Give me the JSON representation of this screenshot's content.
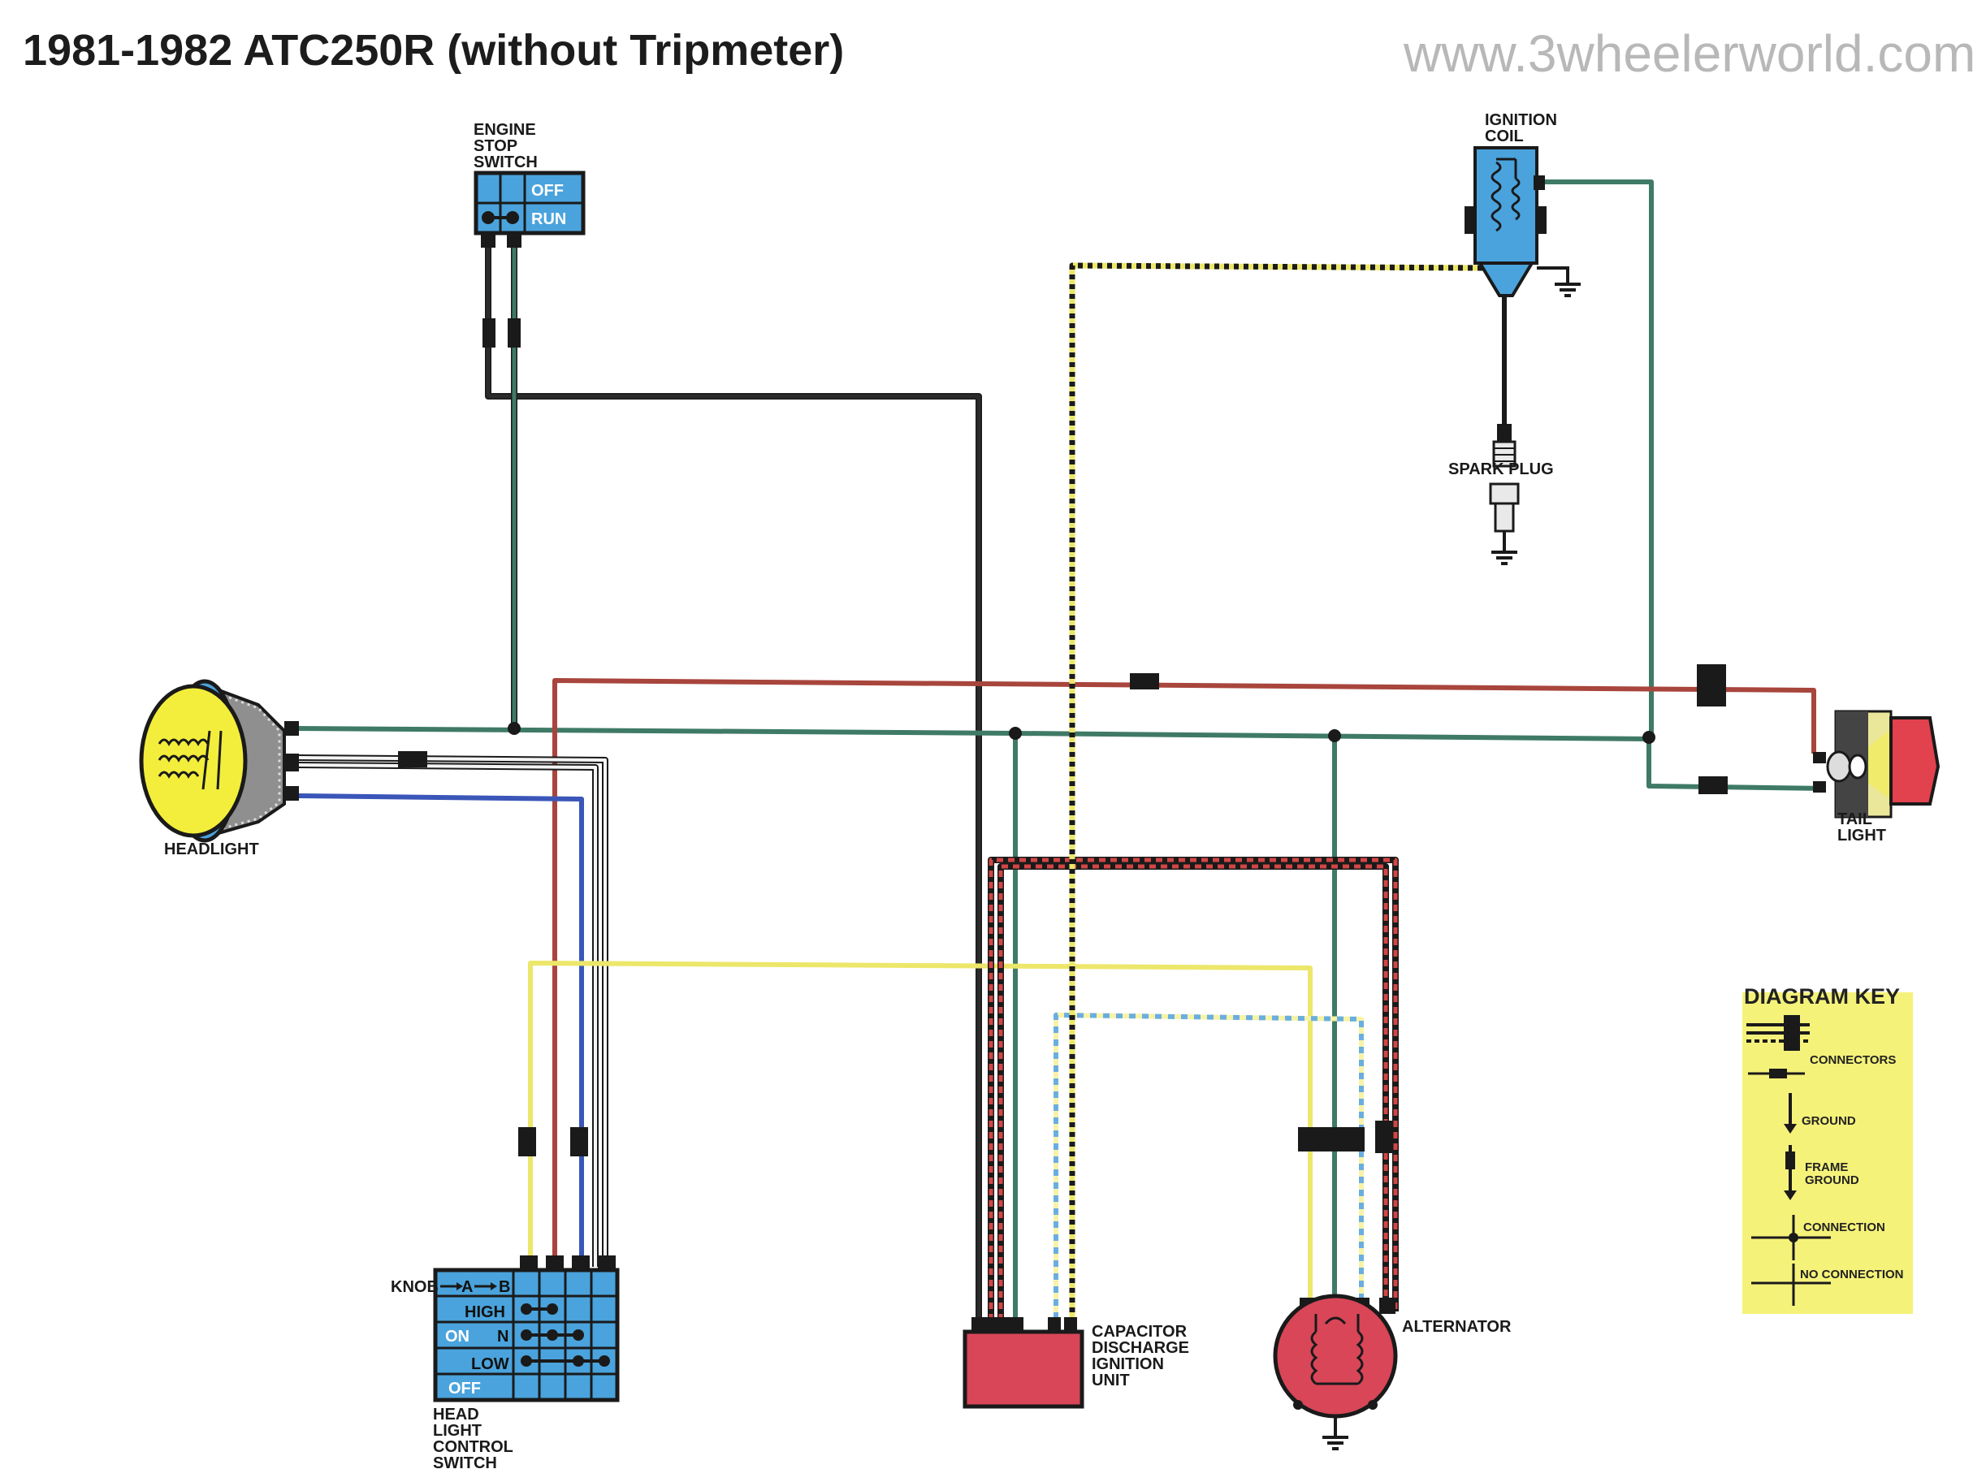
{
  "header": {
    "title": "1981-1982 ATC250R (without Tripmeter)",
    "website": "www.3wheelerworld.com"
  },
  "components": {
    "engine_stop_switch": {
      "label_lines": [
        "ENGINE",
        "STOP",
        "SWITCH"
      ],
      "positions": [
        "OFF",
        "RUN"
      ]
    },
    "ignition_coil": {
      "label_lines": [
        "IGNITION",
        "COIL"
      ]
    },
    "spark_plug": {
      "label": "SPARK PLUG"
    },
    "headlight": {
      "label": "HEADLIGHT"
    },
    "tail_light": {
      "label_lines": [
        "TAIL",
        "LIGHT"
      ]
    },
    "cdi_unit": {
      "label_lines": [
        "CAPACITOR",
        "DISCHARGE",
        "IGNITION",
        "UNIT"
      ]
    },
    "alternator": {
      "label": "ALTERNATOR"
    },
    "headlight_control_switch": {
      "label_lines": [
        "HEAD",
        "LIGHT",
        "CONTROL",
        "SWITCH"
      ],
      "knob_label": "KNOB",
      "a_label": "A",
      "b_label": "B",
      "high_label": "HIGH",
      "on_label": "ON",
      "n_label": "N",
      "low_label": "LOW",
      "off_label": "OFF"
    }
  },
  "diagram_key": {
    "title": "DIAGRAM KEY",
    "items": [
      "CONNECTORS",
      "GROUND",
      "FRAME",
      "GROUND",
      "CONNECTION",
      "NO CONNECTION"
    ]
  },
  "colors": {
    "wire_green": "#3f7a66",
    "wire_black": "#2b2b2b",
    "wire_red": "#a8453c",
    "wire_blue": "#3a56b8",
    "wire_yellow": "#ece76a",
    "wire_white": "#f4f4f4",
    "component_blue": "#4aa3dc",
    "component_red": "#d84658",
    "headlight_yellow": "#f3ee3c",
    "key_background": "#f5f27a"
  }
}
